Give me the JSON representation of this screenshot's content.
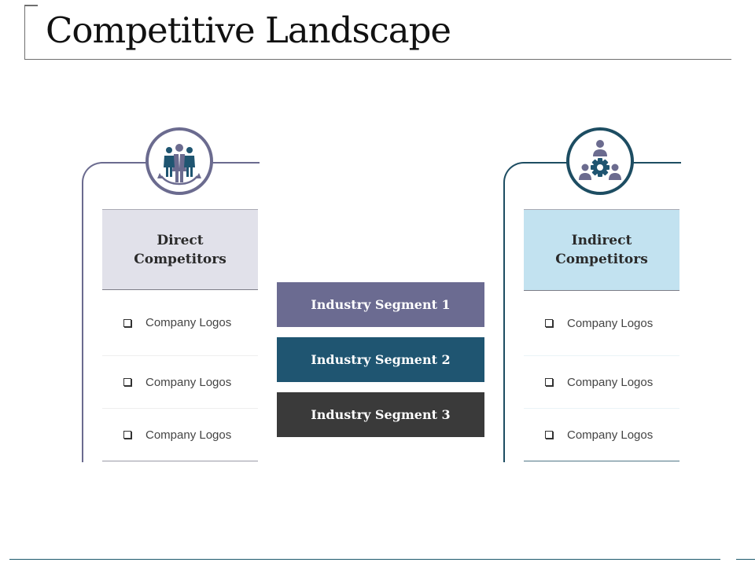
{
  "title": "Competitive Landscape",
  "colors": {
    "direct_accent": "#6b6b8f",
    "direct_header_bg": "#e1e1ea",
    "indirect_accent": "#1d4d62",
    "indirect_header_bg": "#c2e2f0",
    "segment_1": "#6b6b91",
    "segment_2": "#1f5571",
    "segment_3": "#3a3a3a"
  },
  "direct": {
    "icon": "team-people-icon",
    "heading": "Direct Competitors",
    "items": [
      "Company Logos",
      "Company Logos",
      "Company Logos"
    ]
  },
  "indirect": {
    "icon": "people-gear-icon",
    "heading": "Indirect Competitors",
    "items": [
      "Company Logos",
      "Company Logos",
      "Company Logos"
    ]
  },
  "segments": [
    {
      "label": "Industry Segment 1"
    },
    {
      "label": "Industry Segment 2"
    },
    {
      "label": "Industry Segment 3"
    }
  ]
}
